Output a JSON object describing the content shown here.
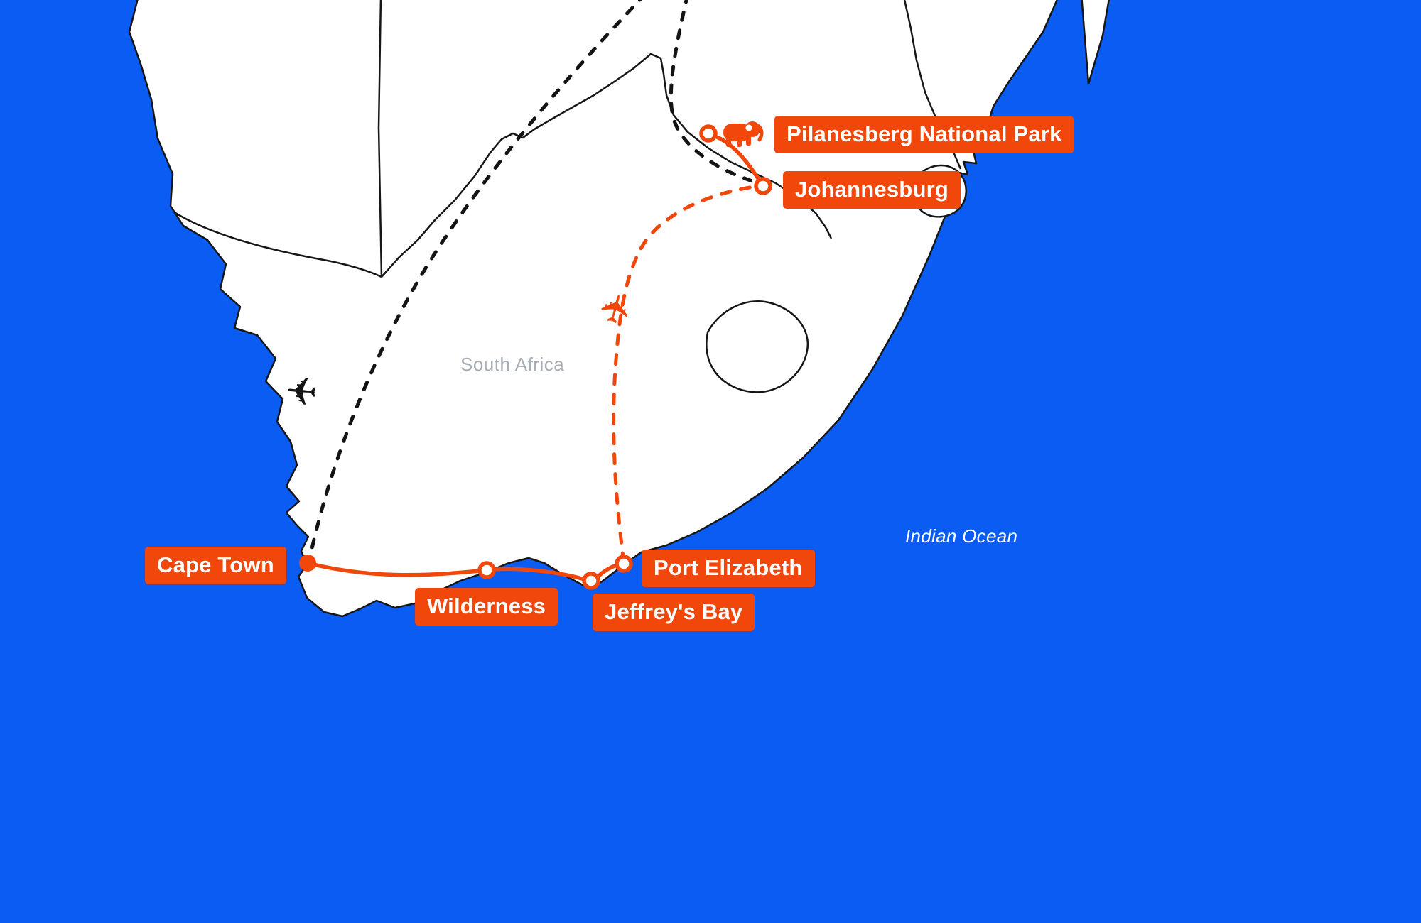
{
  "map": {
    "region_label": "South Africa",
    "ocean_label": "Indian Ocean"
  },
  "colors": {
    "ocean": "#0B5CF2",
    "land": "#FFFFFF",
    "border": "#161616",
    "accent_orange": "#F1470B",
    "region_label_gray": "#A7ADB5",
    "label_text": "#FFFFFF"
  },
  "stops": [
    {
      "id": "pilanesberg",
      "label": "Pilanesberg National Park"
    },
    {
      "id": "johannesburg",
      "label": "Johannesburg"
    },
    {
      "id": "cape-town",
      "label": "Cape Town"
    },
    {
      "id": "wilderness",
      "label": "Wilderness"
    },
    {
      "id": "jeffreys-bay",
      "label": "Jeffrey's Bay"
    },
    {
      "id": "port-elizabeth",
      "label": "Port Elizabeth"
    }
  ],
  "icons": {
    "plane_glyph": "✈",
    "elephant": "elephant-icon"
  }
}
